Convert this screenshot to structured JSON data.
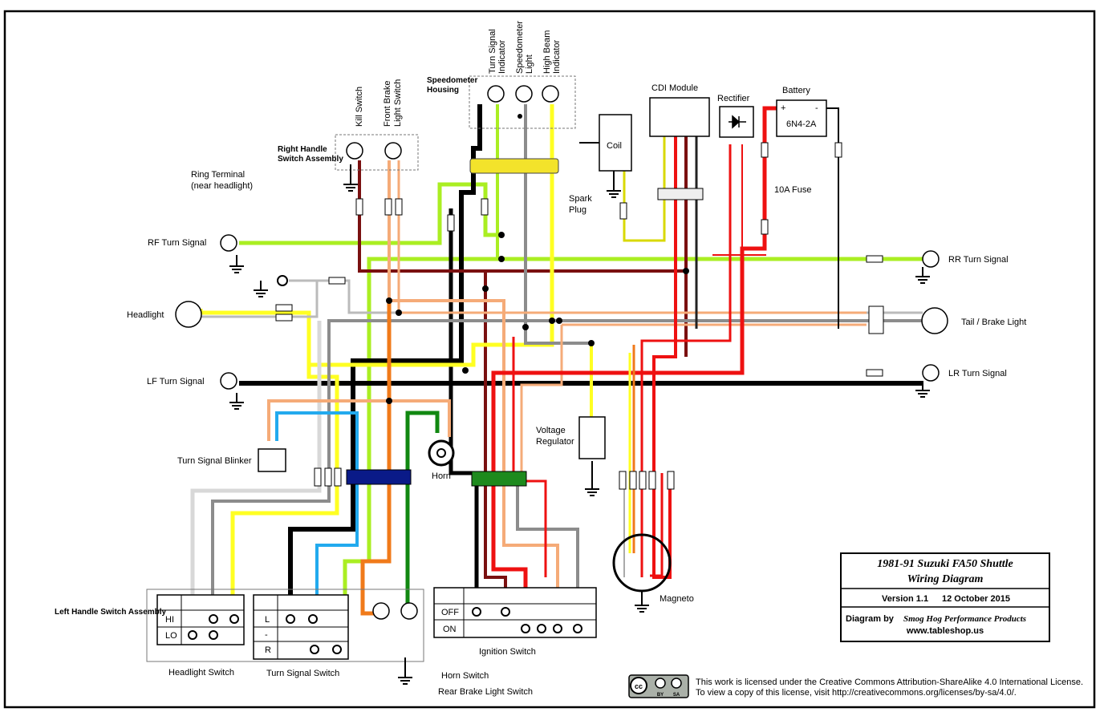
{
  "title": {
    "line1": "1981-91 Suzuki FA50 Shuttle",
    "line2": "Wiring Diagram",
    "version": "Version 1.1",
    "date": "12 October 2015",
    "credit_prefix": "Diagram by",
    "credit_name": "Smog Hog Performance Products",
    "url": "www.tableshop.us"
  },
  "license": {
    "line1": "This work is licensed under the Creative Commons Attribution-ShareAlike 4.0 International License.",
    "line2": "To view a copy of this license, visit http://creativecommons.org/licenses/by-sa/4.0/.",
    "badge": "cc",
    "badge_by": "BY",
    "badge_sa": "SA"
  },
  "labels": {
    "ring_terminal_1": "Ring Terminal",
    "ring_terminal_2": "(near headlight)",
    "rf_turn": "RF Turn Signal",
    "headlight": "Headlight",
    "lf_turn": "LF Turn Signal",
    "blinker": "Turn Signal Blinker",
    "horn": "Horn",
    "left_handle": "Left Handle Switch Assembly",
    "headlight_switch": "Headlight Switch",
    "turn_switch": "Turn Signal Switch",
    "horn_switch": "Horn Switch",
    "rear_brake_switch": "Rear Brake Light Switch",
    "ignition_switch": "Ignition Switch",
    "voltage_reg_1": "Voltage",
    "voltage_reg_2": "Regulator",
    "magneto": "Magneto",
    "rr_turn": "RR Turn Signal",
    "tail_brake": "Tail / Brake Light",
    "lr_turn": "LR Turn Signal",
    "right_handle_1": "Right Handle",
    "right_handle_2": "Switch Assembly",
    "kill_switch": "Kill Switch",
    "front_brake_1": "Front Brake",
    "front_brake_2": "Light Switch",
    "speedo_housing_1": "Speedometer",
    "speedo_housing_2": "Housing",
    "turn_ind_1": "Turn Signal",
    "turn_ind_2": "Indicator",
    "speedo_light_1": "Speedometer",
    "speedo_light_2": "Light",
    "high_beam_1": "High Beam",
    "high_beam_2": "Indicator",
    "coil": "Coil",
    "spark_1": "Spark",
    "spark_2": "Plug",
    "cdi": "CDI Module",
    "rectifier": "Rectifier",
    "battery": "Battery",
    "battery_model": "6N4-2A",
    "fuse": "10A Fuse",
    "plus": "+",
    "minus": "-"
  },
  "switch_tables": {
    "headlight": [
      "HI",
      "LO"
    ],
    "turn": [
      "L",
      "-",
      "R"
    ],
    "ignition": [
      "OFF",
      "ON"
    ]
  },
  "colors": {
    "black": "#000000",
    "red": "#ee1111",
    "dark_red": "#7a1010",
    "lime": "#aaee22",
    "yellow": "#ffff22",
    "orange": "#f07a1a",
    "peach": "#f5ab78",
    "gray": "#8c8c8c",
    "light_gray": "#d8d8d8",
    "blue": "#22aaee",
    "green": "#118811",
    "navy": "#0a1a88",
    "connector_yellow": "#f3e32b",
    "connector_green": "#1d8a1d"
  }
}
